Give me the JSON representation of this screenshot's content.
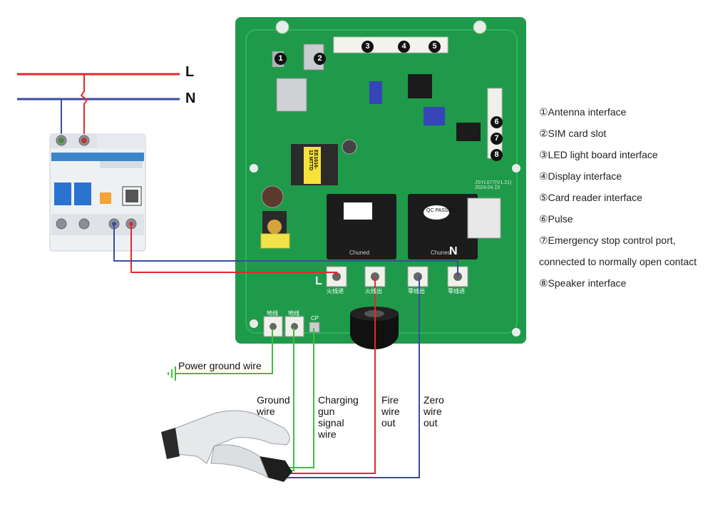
{
  "bus": {
    "l_label": "L",
    "n_label": "N",
    "l_color": "#e8262d",
    "n_color": "#3b4aa0"
  },
  "legend": [
    "①Antenna interface",
    "②SIM card slot",
    "③LED light board interface",
    "④Display interface",
    "⑤Card reader interface",
    "⑥Pulse",
    "⑦Emergency stop control port,",
    "connected to normally open contact",
    "⑧Speaker interface"
  ],
  "badges": [
    "1",
    "2",
    "3",
    "4",
    "5",
    "6",
    "7",
    "8"
  ],
  "board": {
    "color": "#1f9a4a",
    "terminal_l_marker": "L",
    "terminal_n_marker": "N",
    "terminal_labels": [
      "火线进",
      "火线出",
      "零线出",
      "零线进"
    ],
    "ground_labels": [
      "地线",
      "地线"
    ],
    "cp_label": "CP",
    "transformer_text": "EE1616-12 MTTD",
    "relay_brand": "Chuned",
    "relay_stamp": "QC PASSED",
    "board_version": "JSYL077(V1.21) 2024.04.19"
  },
  "wire_labels": {
    "power_ground": "Power ground wire",
    "ground": "Ground\nwire",
    "signal": "Charging\ngun\nsignal\nwire",
    "fire": "Fire\nwire\nout",
    "zero": "Zero\nwire\nout"
  },
  "colors": {
    "wire_red": "#e8262d",
    "wire_blue": "#3b4aa0",
    "wire_green": "#3cc23c",
    "board_dark": "#168a3e"
  }
}
